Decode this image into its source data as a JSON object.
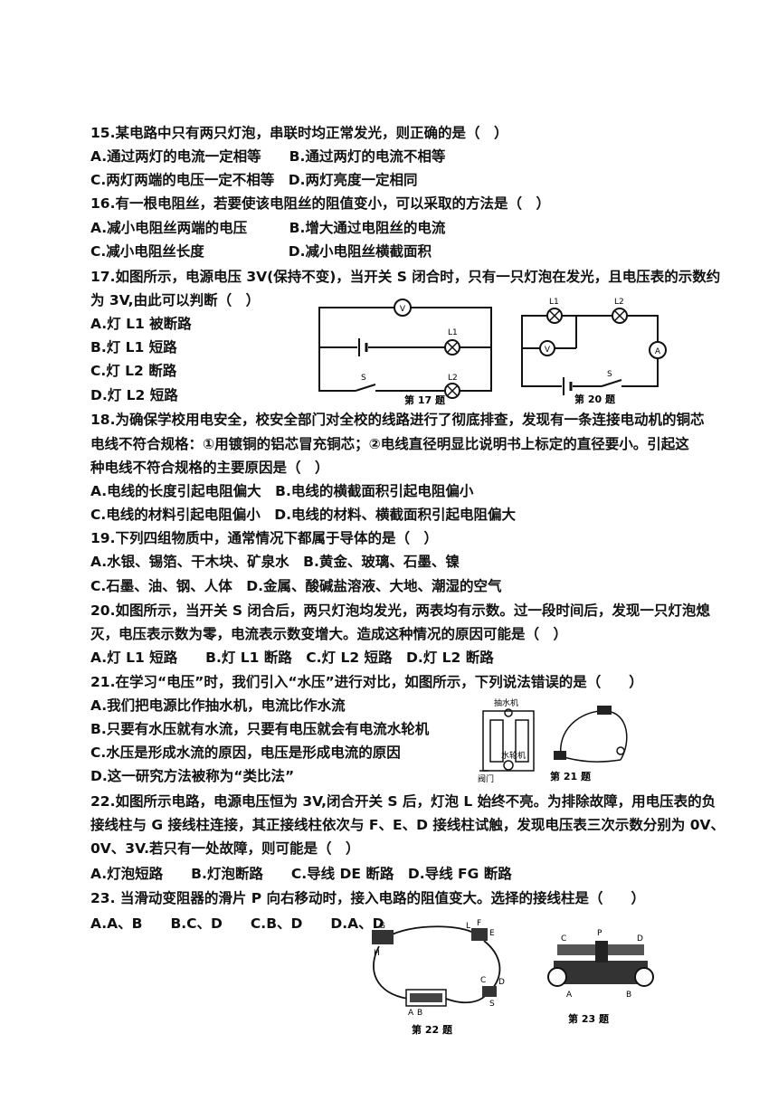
{
  "lines": [
    "15.某电路中只有两只灯泡，串联时均正常发光，则正确的是（　）",
    "A.通过两灯的电流一定相等　　B.通过两灯的电流不相等",
    "C.两灯两端的电压一定不相等　D.两灯亮度一定相同",
    "16.有一根电阻丝，若要使该电阻丝的阻值变小，可以采取的方法是（　）",
    "A.减小电阻丝两端的电压　　　B.增大通过电阻丝的电流",
    "C.减小电阻丝长度　　　　　　D.减小电阻丝横截面积",
    "17.如图所示，电源电压 3V(保持不变)，当开关 S 闭合时，只有一只灯泡在发光，且电压表的示数约",
    "为 3V,由此可以判断（　）",
    "A.灯 L1 被断路",
    "B.灯 L1 短路",
    "C.灯 L2 断路",
    "D.灯 L2 短路",
    "18.为确保学校用电安全，校安全部门对全校的线路进行了彻底排查，发现有一条连接电动机的铜芯",
    "电线不符合规格：①用镀铜的铝芯冒充铜芯；②电线直径明显比说明书上标定的直径要小。引起这",
    "种电线不符合规格的主要原因是（　）",
    "A.电线的长度引起电阻偏大　B.电线的横截面积引起电阻偏小",
    "C.电线的材料引起电阻偏小　D.电线的材料、横截面积引起电阻偏大",
    "19.下列四组物质中，通常情况下都属于导体的是（　）",
    "A.水银、锡箔、干木块、矿泉水　B.黄金、玻璃、石墨、镍",
    "C.石墨、油、钢、人体　D.金属、酸碱盐溶液、大地、潮湿的空气",
    "20.如图所示，当开关 S 闭合后，两只灯泡均发光，两表均有示数。过一段时间后，发现一只灯泡熄",
    "灭，电压表示数为零，电流表示数变增大。造成这种情况的原因可能是（　）",
    "A.灯 L1 短路　　B.灯 L1 断路　C.灯 L2 短路　D.灯 L2 断路",
    "21.在学习“电压”时，我们引入“水压”进行对比，如图所示，下列说法错误的是（　　）",
    "A.我们把电源比作抽水机，电流比作水流",
    "B.只要有水压就有水流，只要有电压就会有电流水轮机",
    "C.水压是形成水流的原因，电压是形成电流的原因",
    "D.这一研究方法被称为“类比法”",
    "22.如图所示电路，电源电压恒为 3V,闭合开关 S 后，灯泡 L 始终不亮。为排除故障，用电压表的负",
    "接线柱与 G 接线柱连接，其正接线柱依次与 F、E、D 接线柱试触，发现电压表三次示数分别为 0V、",
    "0V、3V.若只有一处故障，则可能是（　）",
    "A.灯泡短路　　B.灯泡断路　　C.导线 DE 断路　D.导线 FG 断路",
    "23. 当滑动变阻器的滑片 P 向右移动时，接入电路的阻值变大。选择的接线柱是（　　）",
    "A.A、B　　B.C、D　　C.B、D　　D.A、D"
  ],
  "figures": {
    "fig17": {
      "caption": "第 17 题",
      "labels": [
        "V",
        "L1",
        "S",
        "L2"
      ]
    },
    "fig20": {
      "caption": "第 20 题",
      "labels": [
        "L1",
        "L2",
        "V",
        "A",
        "S"
      ]
    },
    "fig21": {
      "caption": "第 21 题",
      "labels": [
        "抽水机",
        "水轮机",
        "阀门"
      ]
    },
    "fig22": {
      "caption": "第 22 题",
      "labels": [
        "G",
        "H",
        "F",
        "E",
        "L",
        "C",
        "D",
        "S",
        "A",
        "B"
      ]
    },
    "fig23": {
      "caption": "第 23 题",
      "labels": [
        "C",
        "P",
        "D",
        "A",
        "B"
      ]
    }
  }
}
